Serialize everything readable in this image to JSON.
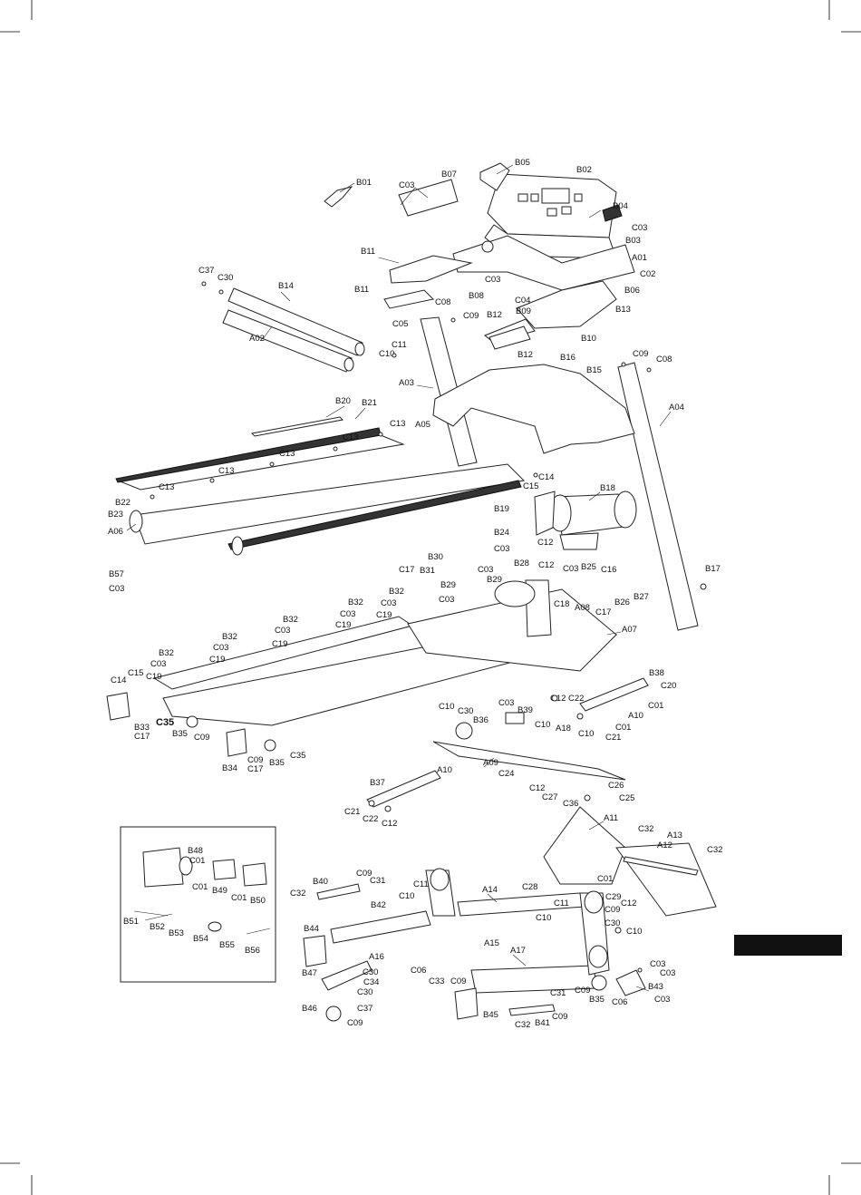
{
  "diagram": {
    "labels": {
      "A01": "A01",
      "A02": "A02",
      "A03": "A03",
      "A04": "A04",
      "A05": "A05",
      "A06": "A06",
      "A07": "A07",
      "A08": "A08",
      "A09": "A09",
      "A10": "A10",
      "A10b": "A10",
      "A11": "A11",
      "A12": "A12",
      "A13": "A13",
      "A14": "A14",
      "A15": "A15",
      "A16": "A16",
      "A17": "A17",
      "A18": "A18",
      "B01": "B01",
      "B02": "B02",
      "B03": "B03",
      "B04": "B04",
      "B05": "B05",
      "B06": "B06",
      "B07": "B07",
      "B08": "B08",
      "B09": "B09",
      "B10": "B10",
      "B11a": "B11",
      "B11b": "B11",
      "B12a": "B12",
      "B12b": "B12",
      "B13": "B13",
      "B14": "B14",
      "B15": "B15",
      "B16": "B16",
      "B17": "B17",
      "B18": "B18",
      "B19": "B19",
      "B20": "B20",
      "B21": "B21",
      "B22": "B22",
      "B23": "B23",
      "B24": "B24",
      "B25": "B25",
      "B26": "B26",
      "B27": "B27",
      "B28": "B28",
      "B29a": "B29",
      "B29b": "B29",
      "B30": "B30",
      "B31": "B31",
      "B32a": "B32",
      "B32b": "B32",
      "B32c": "B32",
      "B32d": "B32",
      "B32e": "B32",
      "B33": "B33",
      "B34": "B34",
      "B35a": "B35",
      "B35b": "B35",
      "B35c": "B35",
      "B36": "B36",
      "B37": "B37",
      "B38": "B38",
      "B39": "B39",
      "B40": "B40",
      "B41": "B41",
      "B42": "B42",
      "B43": "B43",
      "B44": "B44",
      "B45": "B45",
      "B46": "B46",
      "B47": "B47",
      "B48": "B48",
      "B49": "B49",
      "B50": "B50",
      "B51": "B51",
      "B52": "B52",
      "B53": "B53",
      "B54": "B54",
      "B55": "B55",
      "B56": "B56",
      "B57": "B57",
      "C01a": "C01",
      "C01b": "C01",
      "C01c": "C01",
      "C01d": "C01",
      "C01e": "C01",
      "C01f": "C01",
      "C02": "C02",
      "C03a": "C03",
      "C03b": "C03",
      "C03c": "C03",
      "C03d": "C03",
      "C03e": "C03",
      "C03f": "C03",
      "C03g": "C03",
      "C03h": "C03",
      "C03i": "C03",
      "C03j": "C03",
      "C03k": "C03",
      "C03l": "C03",
      "C03m": "C03",
      "C03n": "C03",
      "C03o": "C03",
      "C03p": "C03",
      "C03q": "C03",
      "C03r": "C03",
      "C03s": "C03",
      "C04": "C04",
      "C05": "C05",
      "C06a": "C06",
      "C06b": "C06",
      "C08a": "C08",
      "C08b": "C08",
      "C09a": "C09",
      "C09b": "C09",
      "C09c": "C09",
      "C09d": "C09",
      "C09e": "C09",
      "C09f": "C09",
      "C09g": "C09",
      "C09h": "C09",
      "C09i": "C09",
      "C10a": "C10",
      "C10b": "C10",
      "C10c": "C10",
      "C10d": "C10",
      "C10e": "C10",
      "C10f": "C10",
      "C10g": "C10",
      "C11a": "C11",
      "C11b": "C11",
      "C11c": "C11",
      "C12a": "C12",
      "C12b": "C12",
      "C12c": "C12",
      "C12d": "C12",
      "C12e": "C12",
      "C12f": "C12",
      "C13a": "C13",
      "C13b": "C13",
      "C13c": "C13",
      "C13d": "C13",
      "C13e": "C13",
      "C14a": "C14",
      "C14b": "C14",
      "C15a": "C15",
      "C15b": "C15",
      "C16": "C16",
      "C17a": "C17",
      "C17b": "C17",
      "C17c": "C17",
      "C18": "C18",
      "C19a": "C19",
      "C19b": "C19",
      "C19c": "C19",
      "C19d": "C19",
      "C19e": "C19",
      "C20": "C20",
      "C21a": "C21",
      "C21b": "C21",
      "C22a": "C22",
      "C22b": "C22",
      "C24": "C24",
      "C25": "C25",
      "C26": "C26",
      "C27": "C27",
      "C28": "C28",
      "C29": "C29",
      "C30a": "C30",
      "C30b": "C30",
      "C30c": "C30",
      "C30d": "C30",
      "C30e": "C30",
      "C31a": "C31",
      "C31b": "C31",
      "C32a": "C32",
      "C32b": "C32",
      "C32c": "C32",
      "C32d": "C32",
      "C33": "C33",
      "C34": "C34",
      "C35a": "C35",
      "C35b": "C35",
      "C36": "C36",
      "C37a": "C37",
      "C37b": "C37"
    }
  },
  "colors": {
    "line": "#222222",
    "fill": "#ffffff",
    "shade": "#e4e4e4",
    "tab": "#111111"
  }
}
